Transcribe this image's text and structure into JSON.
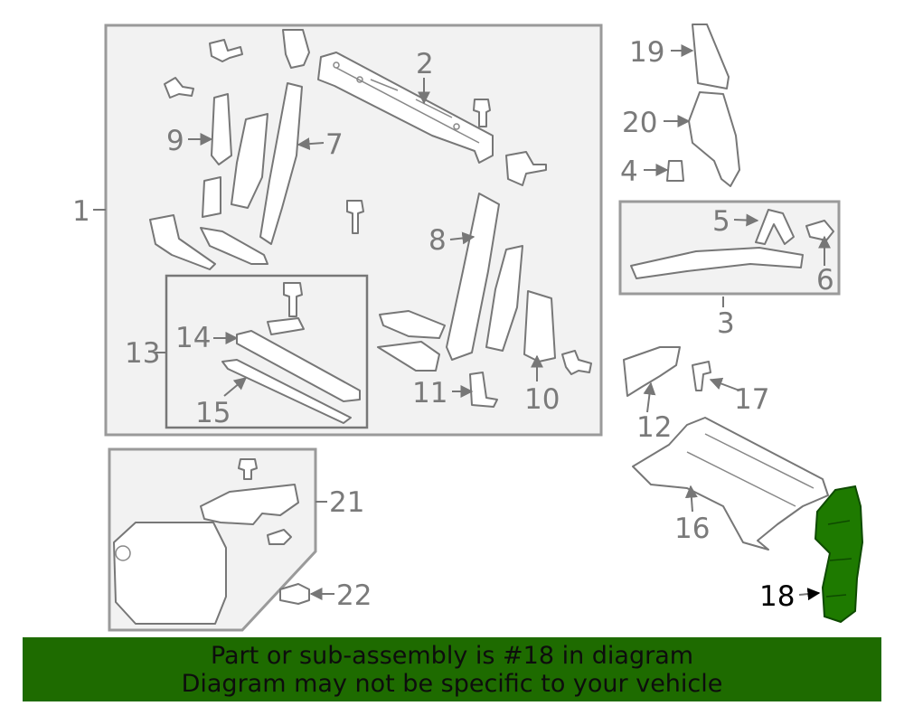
{
  "diagram": {
    "callouts": [
      "1",
      "2",
      "3",
      "4",
      "5",
      "6",
      "7",
      "8",
      "9",
      "10",
      "11",
      "12",
      "13",
      "14",
      "15",
      "16",
      "17",
      "18",
      "19",
      "20",
      "21",
      "22"
    ],
    "highlighted_part": "18",
    "highlight_color": "#1e7a00"
  },
  "banner": {
    "line1": "Part or sub-assembly is #18 in diagram",
    "line2": "Diagram may not be specific to your vehicle",
    "background": "#1e6b00"
  }
}
